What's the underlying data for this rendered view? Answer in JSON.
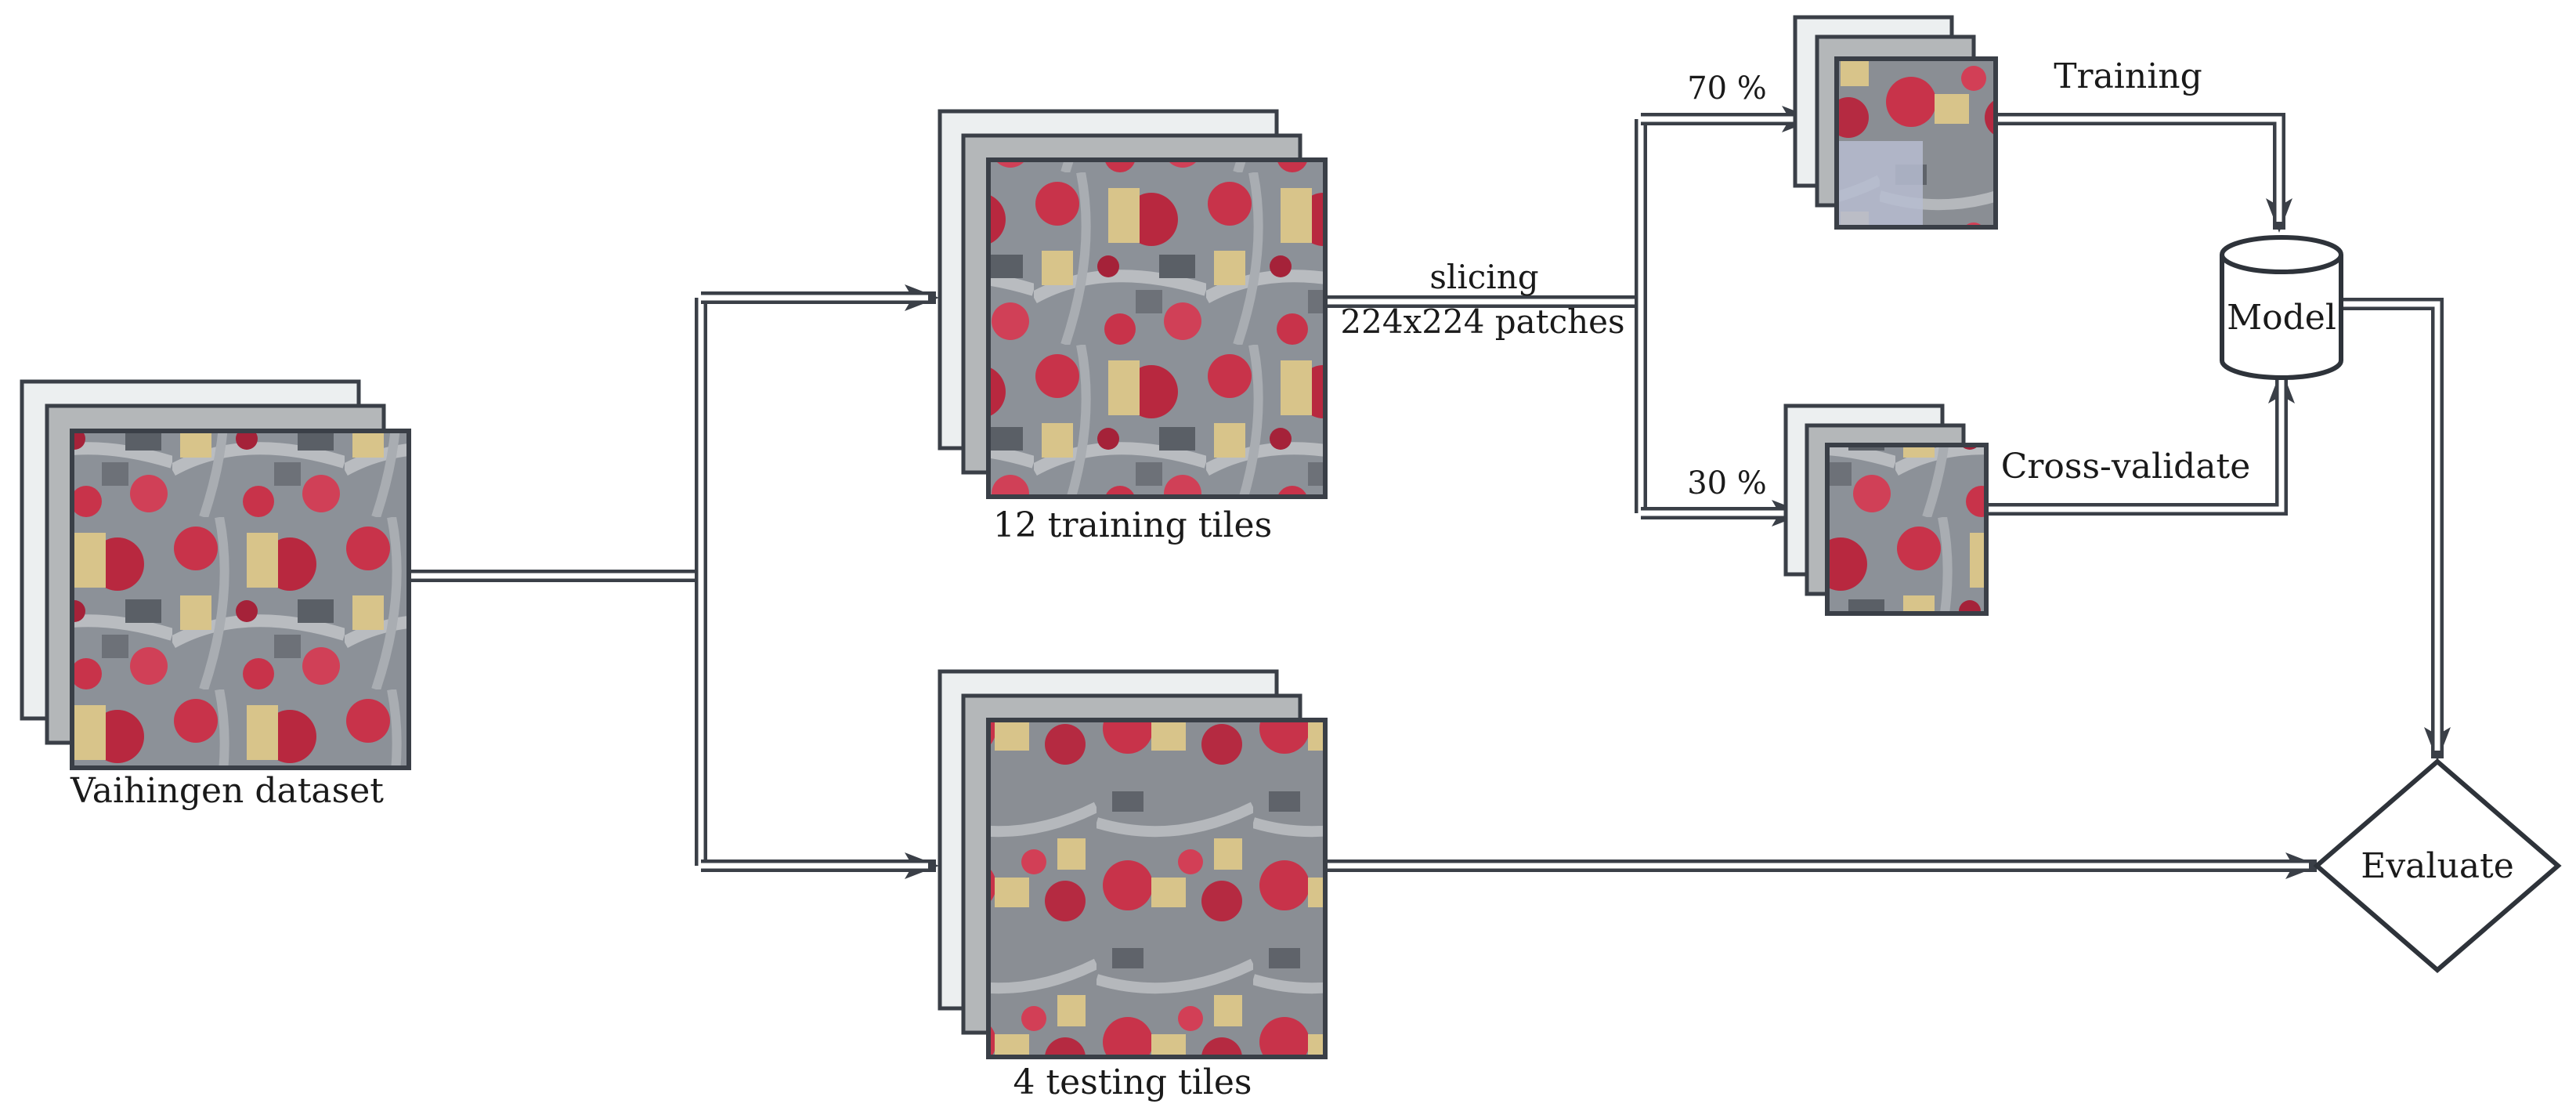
{
  "diagram": {
    "nodes": {
      "dataset": {
        "label": "Vaihingen dataset"
      },
      "training_tiles": {
        "label": "12 training tiles"
      },
      "testing_tiles": {
        "label": "4 testing tiles"
      },
      "model": {
        "label": "Model"
      },
      "evaluate": {
        "label": "Evaluate"
      }
    },
    "edges": {
      "slicing": {
        "line1": "slicing",
        "line2": "224x224 patches"
      },
      "train_split": {
        "percent": "70 %",
        "label": "Training"
      },
      "val_split": {
        "percent": "30 %",
        "label": "Cross-validate"
      }
    }
  },
  "colors": {
    "line": "#3a3f47",
    "vegetation": "#c8334a",
    "road": "#8a8f96",
    "roof": "#d8c48a",
    "background": "#ffffff"
  },
  "icons": {
    "tile_stack": "aerial-image-stack-icon",
    "model": "cylinder-database-icon",
    "evaluate": "diamond-decision-icon"
  }
}
